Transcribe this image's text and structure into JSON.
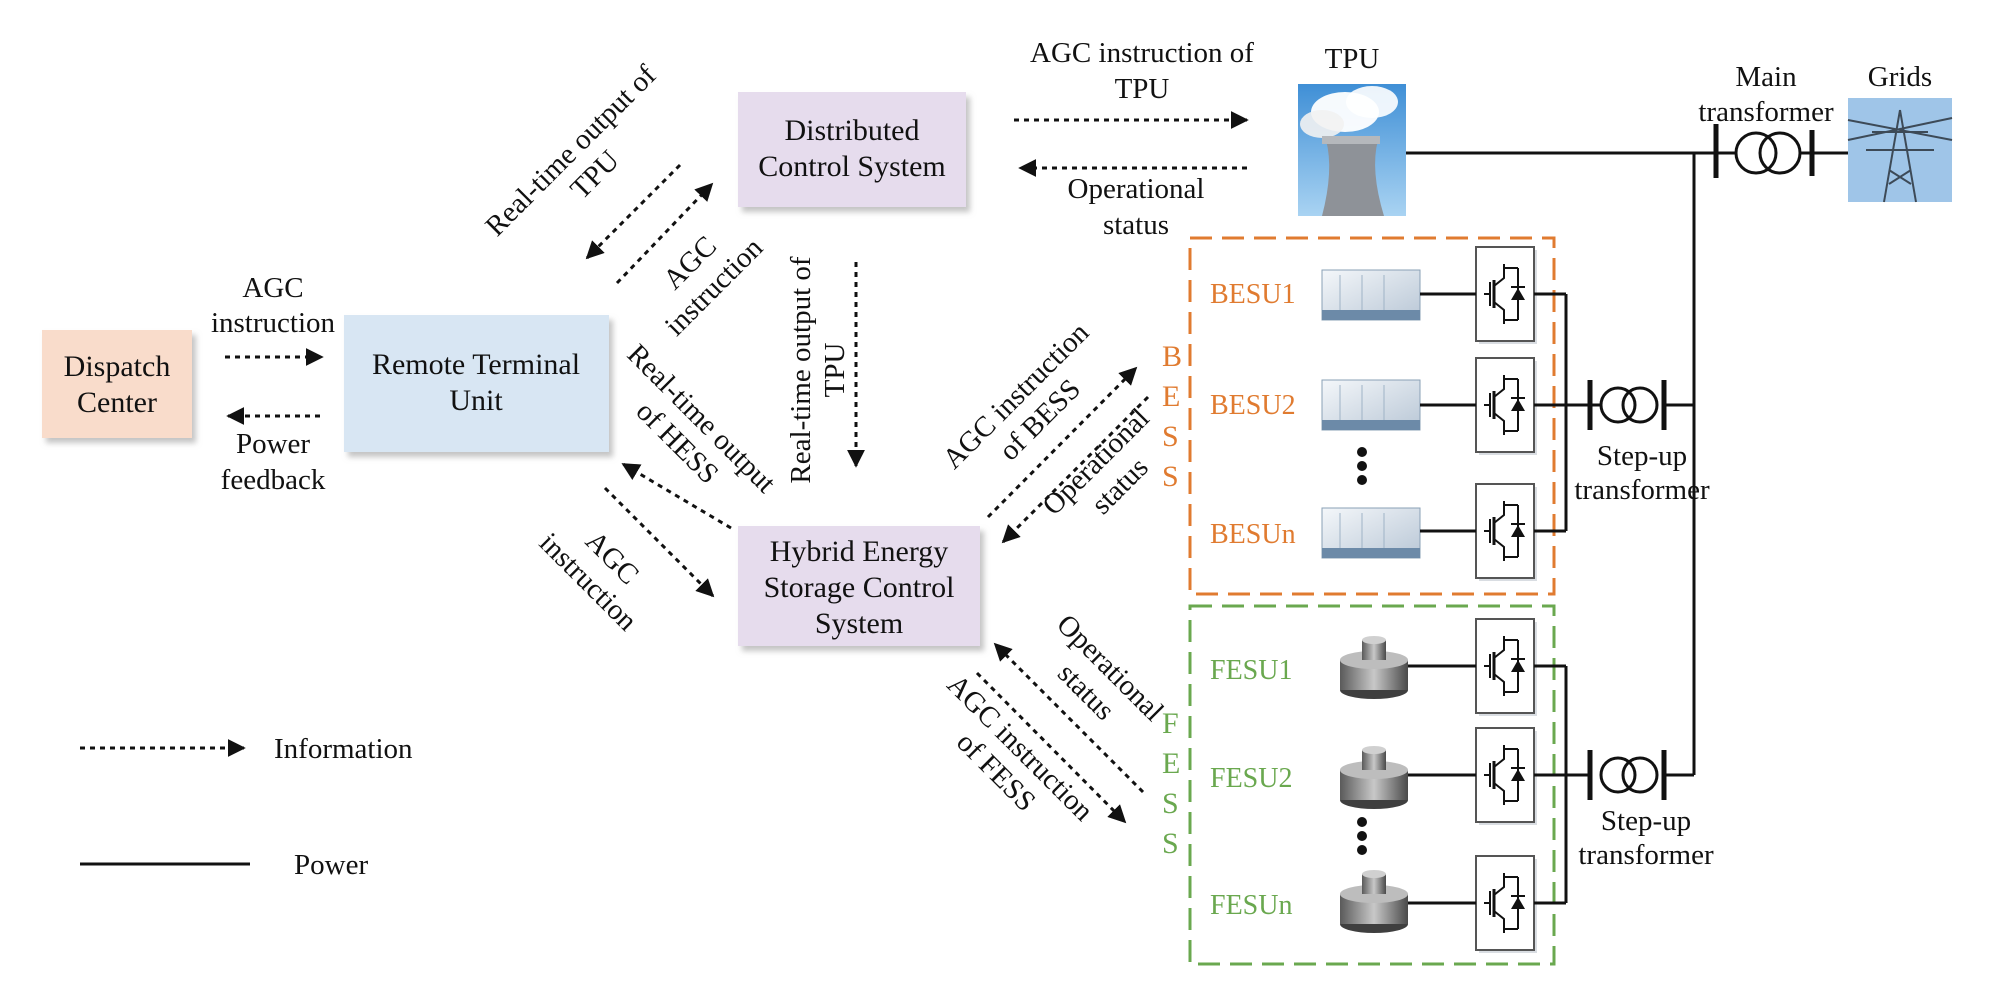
{
  "boxes": {
    "dispatch": [
      "Dispatch",
      "Center"
    ],
    "rtu": [
      "Remote Terminal",
      "Unit"
    ],
    "dcs": [
      "Distributed",
      "Control System"
    ],
    "hess": [
      "Hybrid Energy",
      "Storage Control",
      "System"
    ]
  },
  "labels": {
    "agc_dispatch": [
      "AGC",
      "instruction"
    ],
    "power_feedback": [
      "Power",
      "feedback"
    ],
    "rt_tpu_left": [
      "Real-time output of",
      "TPU"
    ],
    "agc_rtu_dcs": [
      "AGC",
      "instruction"
    ],
    "rt_tpu_mid": [
      "Real-time output of",
      "TPU"
    ],
    "rt_hess": [
      "Real-time output",
      "of HESS"
    ],
    "agc_rtu_hess": [
      "AGC",
      "instruction"
    ],
    "agc_tpu": [
      "AGC instruction of",
      "TPU"
    ],
    "op_status_tpu": [
      "Operational",
      "status"
    ],
    "agc_bess": [
      "AGC instruction",
      "of BESS"
    ],
    "op_status_bess": [
      "Operational",
      "status"
    ],
    "op_status_fess": [
      "Operational",
      "status"
    ],
    "agc_fess": [
      "AGC instruction",
      "of FESS"
    ]
  },
  "nodes": {
    "tpu": "TPU",
    "main_transformer": [
      "Main",
      "transformer"
    ],
    "grids": "Grids",
    "stepup1": [
      "Step-up",
      "transformer"
    ],
    "stepup2": [
      "Step-up",
      "transformer"
    ]
  },
  "bess": {
    "letters": [
      "B",
      "E",
      "S",
      "S"
    ],
    "units": [
      "BESU1",
      "BESU2",
      "BESUn"
    ]
  },
  "fess": {
    "letters": [
      "F",
      "E",
      "S",
      "S"
    ],
    "units": [
      "FESU1",
      "FESU2",
      "FESUn"
    ]
  },
  "legend": {
    "information": "Information",
    "power": "Power"
  },
  "colors": {
    "dispatch_fill": "#f9dccb",
    "rtu_fill": "#d8e6f3",
    "control_fill": "#e6dced",
    "bess_accent": "#e07b30",
    "fess_accent": "#6aa84f"
  }
}
